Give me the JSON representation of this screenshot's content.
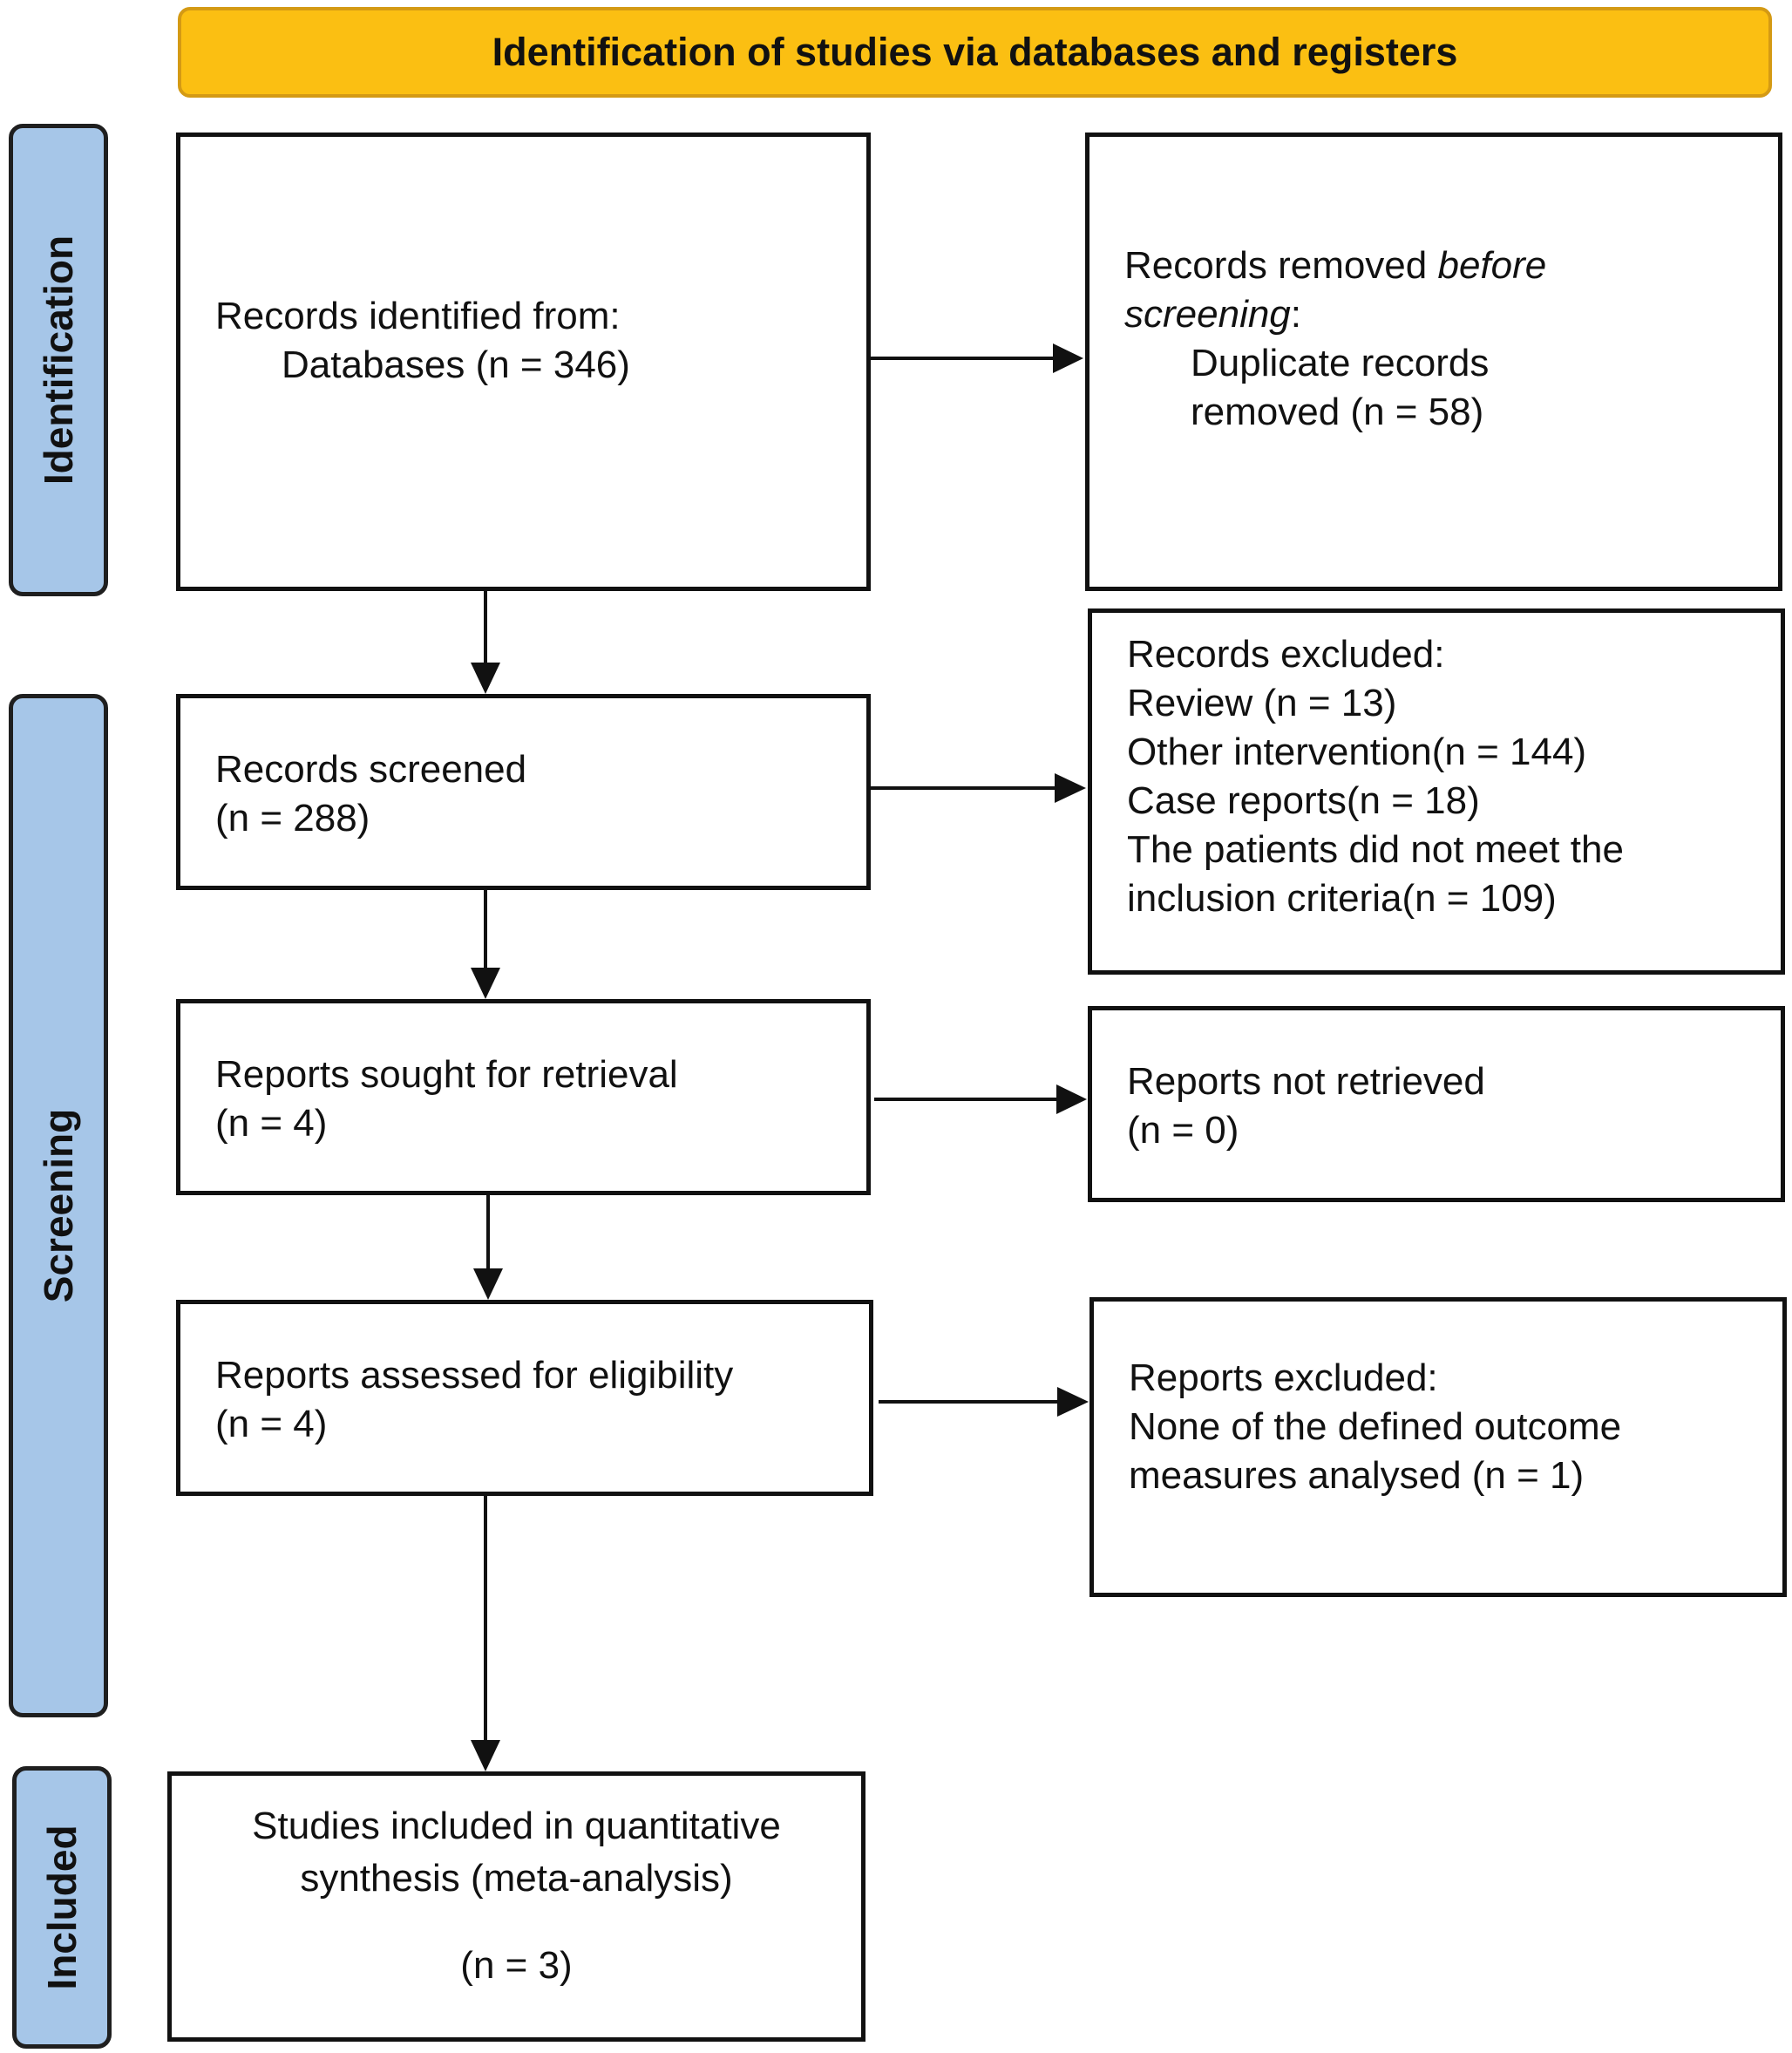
{
  "header": {
    "title": "Identification of studies via databases and registers"
  },
  "phases": {
    "identification": "Identification",
    "screening": "Screening",
    "included": "Included"
  },
  "boxes": {
    "records_identified": {
      "line1": "Records identified from:",
      "line2": "Databases (n = 346)"
    },
    "records_removed": {
      "prefix": "Records removed ",
      "italic1": "before",
      "italic2": "screening",
      "suffix": ":",
      "line3": "Duplicate records",
      "line4": "removed (n = 58)"
    },
    "records_screened": {
      "line1": "Records screened",
      "line2": "(n = 288)"
    },
    "records_excluded": {
      "line1": "Records excluded:",
      "line2": "Review (n = 13)",
      "line3": "Other intervention(n = 144)",
      "line4": "Case reports(n = 18)",
      "line5": "The patients did not meet the",
      "line6": "inclusion criteria(n = 109)"
    },
    "reports_sought": {
      "line1": "Reports sought for retrieval",
      "line2": "(n = 4)"
    },
    "reports_not_retrieved": {
      "line1": "Reports not retrieved",
      "line2": "(n = 0)"
    },
    "reports_assessed": {
      "line1": "Reports assessed for eligibility",
      "line2": "(n = 4)"
    },
    "reports_excluded": {
      "line1": "Reports excluded:",
      "line2": "None of the defined outcome",
      "line3": "measures analysed (n = 1)"
    },
    "studies_included": {
      "line1": "Studies included in quantitative",
      "line2": "synthesis (meta-analysis)",
      "line3": "(n = 3)"
    }
  },
  "colors": {
    "header_fill": "#fbbf12",
    "header_border": "#d49a14",
    "phase_fill": "#a6c6e8",
    "stroke": "#111111"
  }
}
